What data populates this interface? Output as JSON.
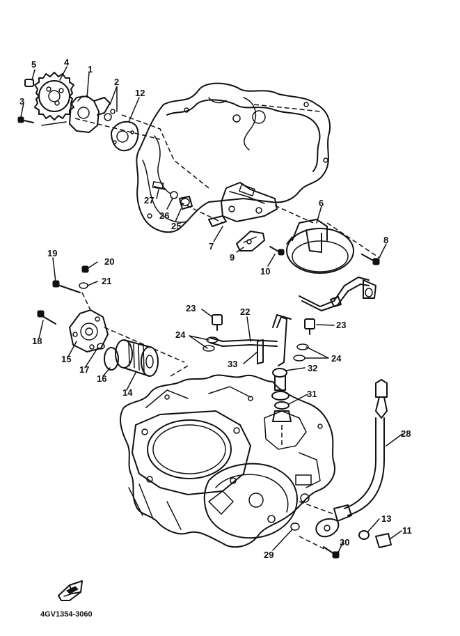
{
  "diagram": {
    "part_numbers": [
      "1",
      "2",
      "3",
      "4",
      "5",
      "6",
      "7",
      "8",
      "9",
      "10",
      "11",
      "12",
      "13",
      "14",
      "15",
      "16",
      "17",
      "18",
      "19",
      "20",
      "21",
      "22",
      "23",
      "23",
      "24",
      "24",
      "25",
      "26",
      "27",
      "28",
      "29",
      "30",
      "31",
      "32",
      "33"
    ],
    "drawing_code": "4GV1354-3060",
    "icon": "front-direction-arrow-icon"
  },
  "labels": {
    "p1": "1",
    "p2": "2",
    "p3": "3",
    "p4": "4",
    "p5": "5",
    "p6": "6",
    "p7": "7",
    "p8": "8",
    "p9": "9",
    "p10": "10",
    "p11": "11",
    "p12": "12",
    "p13": "13",
    "p14": "14",
    "p15": "15",
    "p16": "16",
    "p17": "17",
    "p18": "18",
    "p19": "19",
    "p20": "20",
    "p21": "21",
    "p22": "22",
    "p23a": "23",
    "p23b": "23",
    "p24a": "24",
    "p24b": "24",
    "p25": "25",
    "p26": "26",
    "p27": "27",
    "p28": "28",
    "p29": "29",
    "p30": "30",
    "p31": "31",
    "p32": "32",
    "p33": "33"
  }
}
